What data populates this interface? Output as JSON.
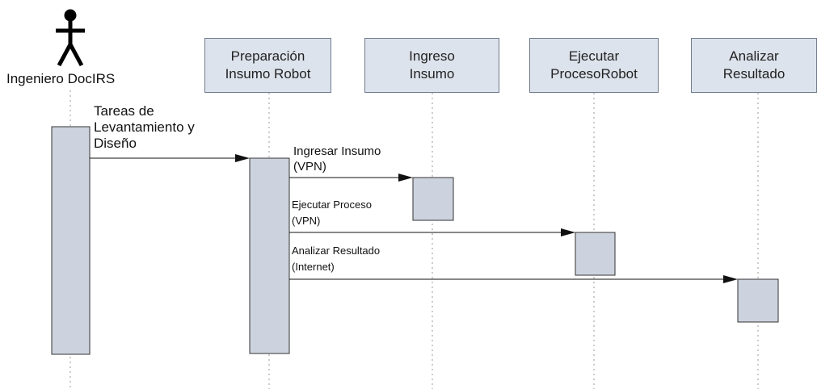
{
  "actor": {
    "name": "Ingeniero DocIRS"
  },
  "lifelines": [
    {
      "line1": "Preparación",
      "line2": "Insumo Robot"
    },
    {
      "line1": "Ingreso",
      "line2": "Insumo"
    },
    {
      "line1": "Ejecutar",
      "line2": "ProcesoRobot"
    },
    {
      "line1": "Analizar",
      "line2": "Resultado"
    }
  ],
  "messages": [
    {
      "line1": "Tareas de",
      "line2": "Levantamiento y",
      "line3": "Diseño"
    },
    {
      "line1": "Ingresar Insumo",
      "line2": "(VPN)"
    },
    {
      "line1": "Ejecutar Proceso",
      "line2": "(VPN)"
    },
    {
      "line1": "Analizar Resultado",
      "line2": "(Internet)"
    }
  ],
  "colors": {
    "activation_fill": "#cdd3de",
    "activation_stroke": "#333333",
    "header_fill": "#dde3ec",
    "header_stroke": "#707c8c",
    "lifeline_dash": "#9a9a9a",
    "arrow": "#111111"
  },
  "icons": {
    "actor": "stick-figure-icon"
  }
}
